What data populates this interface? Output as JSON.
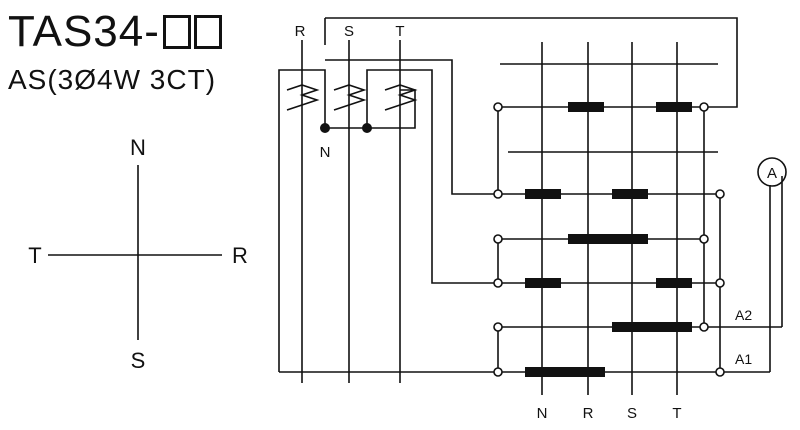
{
  "header": {
    "model_code": "TAS34-",
    "placeholder_boxes": 2,
    "subtitle": "AS(3Ø4W 3CT)"
  },
  "compass": {
    "top": "N",
    "left": "T",
    "right": "R",
    "bottom": "S"
  },
  "ct_labels": {
    "r": "R",
    "s": "S",
    "t": "T",
    "neutral": "N"
  },
  "ammeter": {
    "symbol": "A",
    "terminal_a2": "A2",
    "terminal_a1": "A1"
  },
  "bottom_terminals": [
    "N",
    "R",
    "S",
    "T"
  ],
  "colors": {
    "ink": "#111111",
    "background": "#ffffff"
  }
}
